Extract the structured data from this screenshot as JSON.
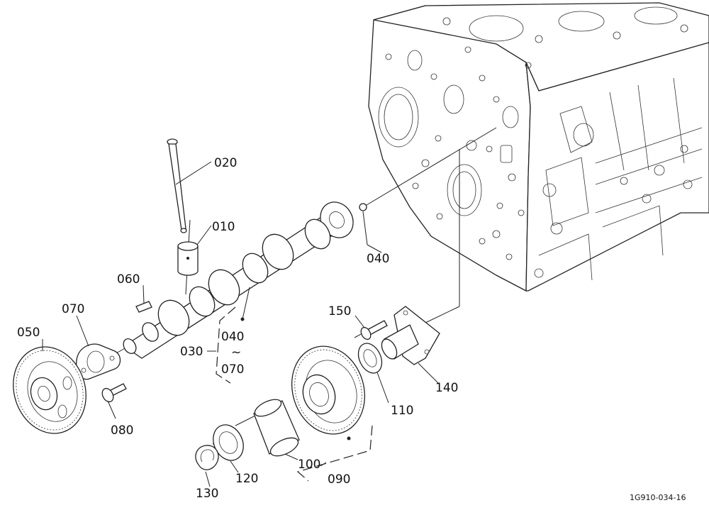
{
  "labels": {
    "p010": "010",
    "p020": "020",
    "p030": "030",
    "p040": "040",
    "p040b": "040",
    "tilde": "~",
    "p050": "050",
    "p060": "060",
    "p070": "070",
    "p070b": "070",
    "p080": "080",
    "p090": "090",
    "p100": "100",
    "p110": "110",
    "p120": "120",
    "p130": "130",
    "p140": "140",
    "p150": "150"
  },
  "doc_code": "1G910-034-16"
}
